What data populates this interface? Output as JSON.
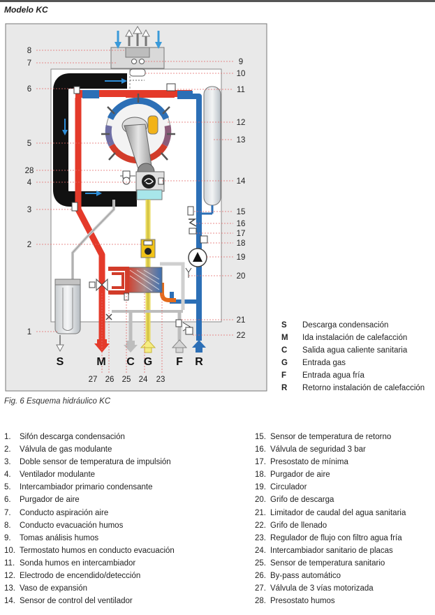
{
  "header": {
    "title": "Modelo KC"
  },
  "caption": "Fig. 6 Esquema hidráulico KC",
  "diagram": {
    "callouts_left": [
      "8",
      "7",
      "6",
      "5",
      "28",
      "4",
      "3",
      "2",
      "1"
    ],
    "callouts_right": [
      "9",
      "10",
      "11",
      "12",
      "13",
      "14",
      "15",
      "16",
      "17",
      "18",
      "19",
      "20",
      "21",
      "22"
    ],
    "callouts_bottom": [
      "27",
      "26",
      "25",
      "24",
      "23"
    ],
    "connection_letters": [
      "S",
      "M",
      "C",
      "G",
      "F",
      "R"
    ]
  },
  "legend": [
    {
      "key": "S",
      "label": "Descarga condensación"
    },
    {
      "key": "M",
      "label": "Ida instalación de calefacción"
    },
    {
      "key": "C",
      "label": "Salida agua caliente sanitaria"
    },
    {
      "key": "G",
      "label": "Entrada gas"
    },
    {
      "key": "F",
      "label": "Entrada agua fría"
    },
    {
      "key": "R",
      "label": "Retorno instalación de calefacción"
    }
  ],
  "parts": [
    {
      "n": "1.",
      "label": "Sifón descarga condensación"
    },
    {
      "n": "2.",
      "label": "Válvula de gas modulante"
    },
    {
      "n": "3.",
      "label": "Doble sensor de temperatura de impulsión"
    },
    {
      "n": "4.",
      "label": "Ventilador modulante"
    },
    {
      "n": "5.",
      "label": "Intercambiador primario condensante"
    },
    {
      "n": "6.",
      "label": "Purgador de aire"
    },
    {
      "n": "7.",
      "label": "Conducto aspiración aire"
    },
    {
      "n": "8.",
      "label": "Conducto evacuación humos"
    },
    {
      "n": "9.",
      "label": "Tomas análisis humos"
    },
    {
      "n": "10.",
      "label": "Termostato humos en conducto evacuación"
    },
    {
      "n": "11.",
      "label": "Sonda humos en intercambiador"
    },
    {
      "n": "12.",
      "label": "Electrodo de encendido/detección"
    },
    {
      "n": "13.",
      "label": "Vaso de expansión"
    },
    {
      "n": "14.",
      "label": "Sensor de control del ventilador"
    },
    {
      "n": "15.",
      "label": "Sensor de temperatura de retorno"
    },
    {
      "n": "16.",
      "label": "Válvula de seguridad 3 bar"
    },
    {
      "n": "17.",
      "label": "Presostato de mínima"
    },
    {
      "n": "18.",
      "label": "Purgador de aire"
    },
    {
      "n": "19.",
      "label": "Circulador"
    },
    {
      "n": "20.",
      "label": "Grifo de descarga"
    },
    {
      "n": "21.",
      "label": "Limitador de caudal del agua sanitaria"
    },
    {
      "n": "22.",
      "label": "Grifo de llenado"
    },
    {
      "n": "23.",
      "label": "Regulador de flujo con filtro agua fría"
    },
    {
      "n": "24.",
      "label": "Intercambiador sanitario de placas"
    },
    {
      "n": "25.",
      "label": "Sensor de temperatura sanitario"
    },
    {
      "n": "26.",
      "label": "By-pass automático"
    },
    {
      "n": "27.",
      "label": "Válvula de 3 vías motorizada"
    },
    {
      "n": "28.",
      "label": "Presostato humos"
    }
  ]
}
